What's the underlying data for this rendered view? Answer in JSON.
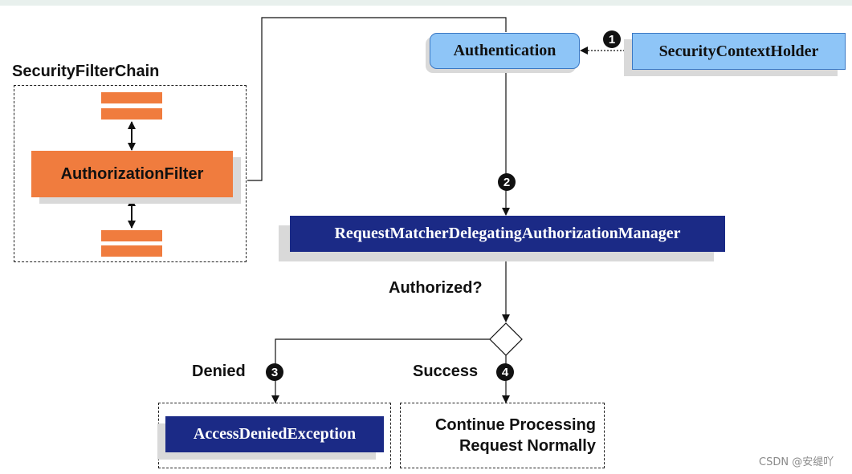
{
  "chain": {
    "title": "SecurityFilterChain",
    "filter_label": "AuthorizationFilter"
  },
  "nodes": {
    "authentication": "Authentication",
    "security_context_holder": "SecurityContextHolder",
    "manager": "RequestMatcherDelegatingAuthorizationManager",
    "access_denied": "AccessDeniedException",
    "continue_line1": "Continue Processing",
    "continue_line2": "Request Normally"
  },
  "labels": {
    "authorized": "Authorized?",
    "denied": "Denied",
    "success": "Success"
  },
  "steps": {
    "one": "1",
    "two": "2",
    "three": "3",
    "four": "4"
  },
  "watermark": "CSDN @安缇吖",
  "colors": {
    "filter_orange": "#f07c3e",
    "light_blue": "#8ec5f7",
    "dark_blue": "#1b2a86"
  }
}
